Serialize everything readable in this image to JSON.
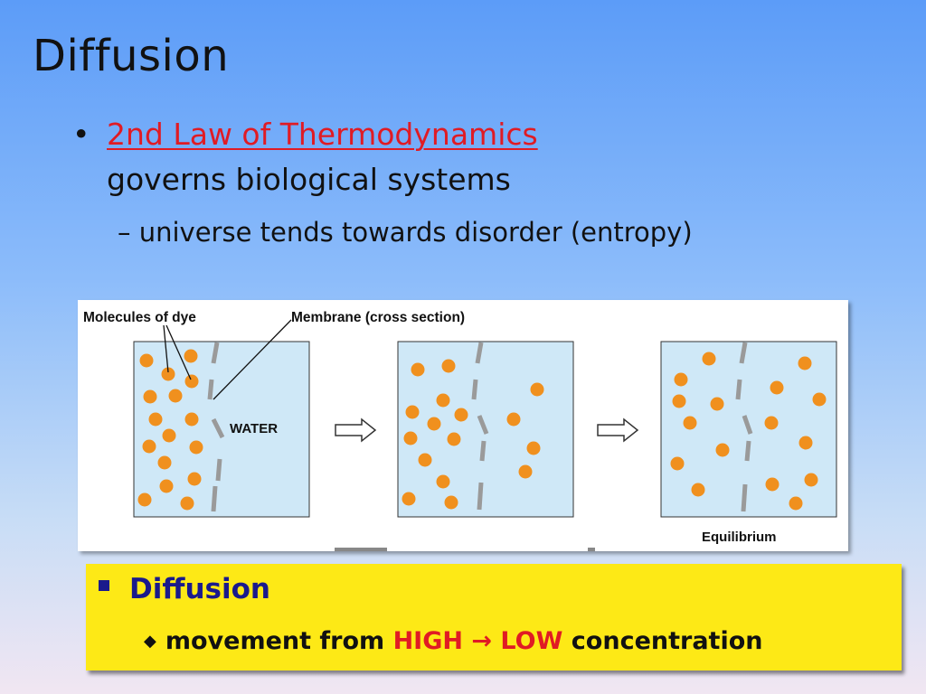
{
  "slide": {
    "title": "Diffusion",
    "bullet_marker": "•",
    "bullet1_link": "2nd Law of Thermodynamics",
    "bullet1_text": "governs biological systems",
    "bullet2_dash": "–",
    "bullet2_text": "universe tends towards disorder (entropy)"
  },
  "figure": {
    "label_dye": "Molecules of dye",
    "label_membrane": "Membrane (cross section)",
    "label_water": "WATER",
    "label_equilibrium": "Equilibrium"
  },
  "callout": {
    "heading": "Diffusion",
    "sub_prefix": "movement from ",
    "high": "HIGH",
    "arrow": "→",
    "low": "LOW",
    "sub_suffix": " concentration"
  },
  "colors": {
    "dye": "#f0901e",
    "water": "#cfe8f7",
    "membrane": "#9a9a9a",
    "callout_bg": "#fde916",
    "heading_blue": "#1a1a8c",
    "red": "#e01b24"
  }
}
